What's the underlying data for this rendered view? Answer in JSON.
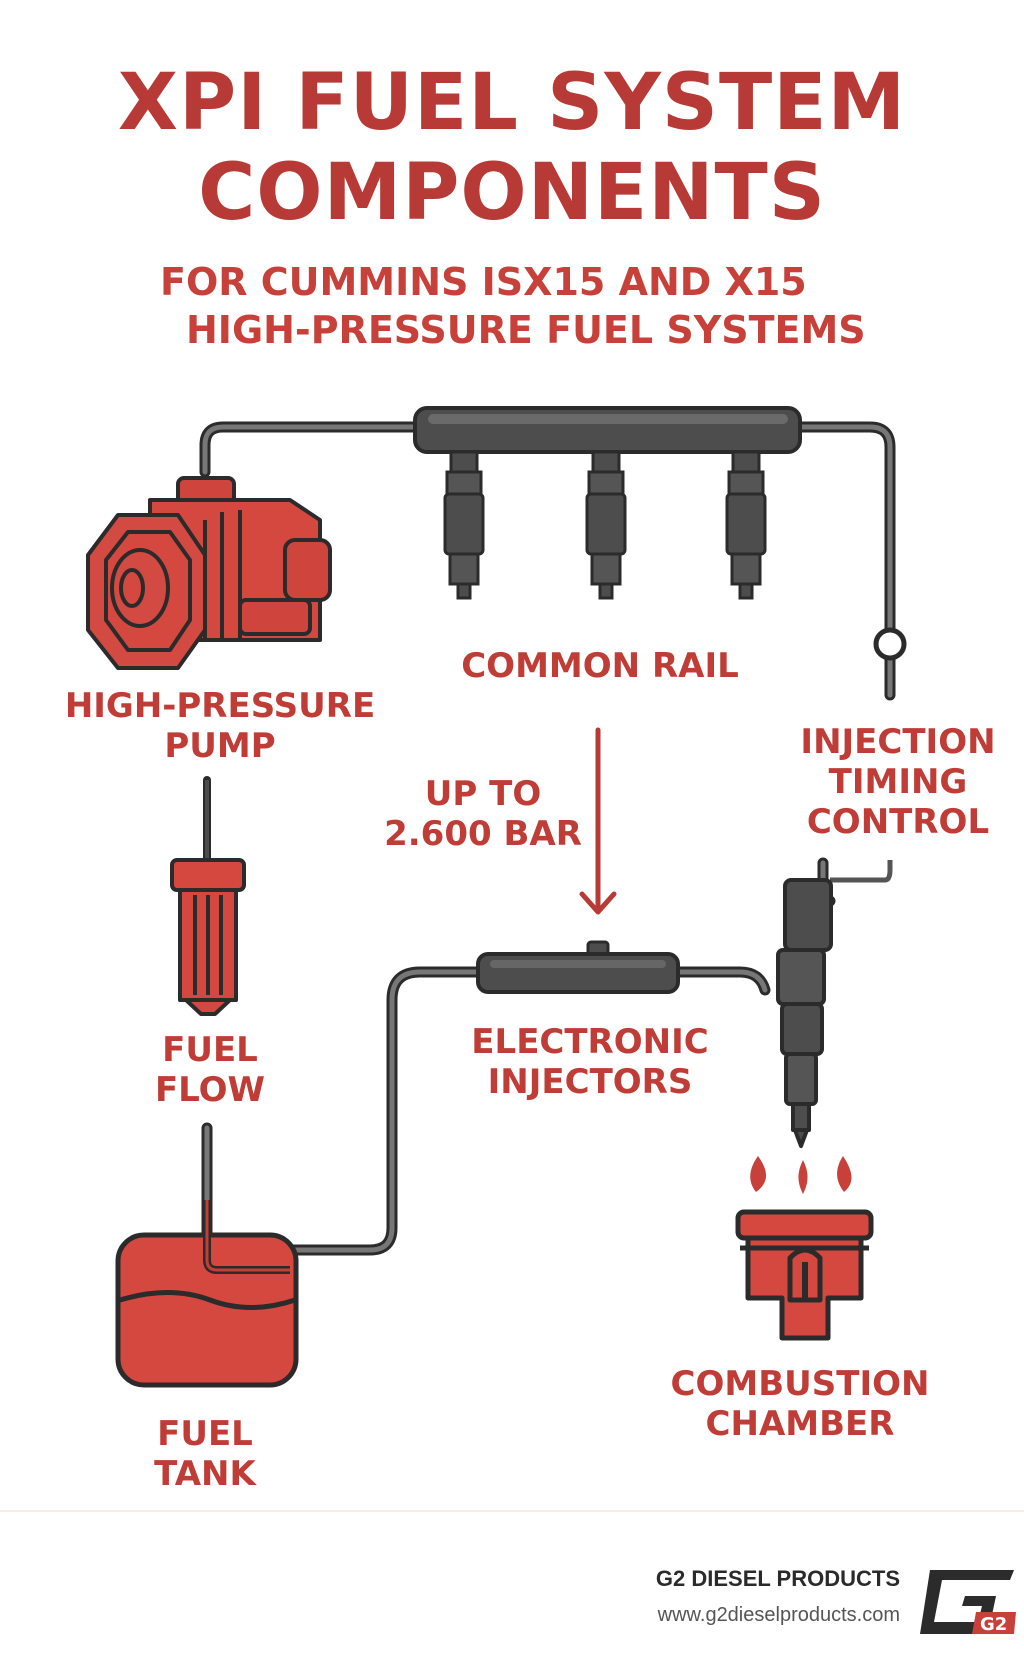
{
  "title": {
    "line1": "XPI FUEL SYSTEM",
    "line2": "COMPONENTS"
  },
  "subtitle": {
    "line1": "FOR CUMMINS ISX15 AND X15",
    "line2": "HIGH-PRESSURE FUEL SYSTEMS"
  },
  "labels": {
    "pump": [
      "HIGH-PRESSURE",
      "PUMP"
    ],
    "rail": "COMMON RAIL",
    "timing": [
      "INJECTION",
      "TIMING",
      "CONTROL"
    ],
    "pressure": [
      "UP TO",
      "2.600 BAR"
    ],
    "flow": [
      "FUEL",
      "FLOW"
    ],
    "injectors": [
      "ELECTRONIC",
      "INJECTORS"
    ],
    "tank": [
      "FUEL",
      "TANK"
    ],
    "chamber": [
      "COMBUSTION",
      "CHAMBER"
    ]
  },
  "footer": {
    "brand": "G2 DIESEL PRODUCTS",
    "url": "www.g2dieselproducts.com",
    "logo_text": "G2"
  },
  "colors": {
    "accent_red": "#c8403a",
    "dark_red": "#b83a36",
    "component_fill": "#d4483f",
    "dark_gray": "#4d4d4d",
    "line_gray": "#666666",
    "outline": "#2b2b2b"
  },
  "icons": [
    "pump-icon",
    "common-rail-icon",
    "injector-icon",
    "filter-icon",
    "fuel-tank-icon",
    "piston-icon",
    "flame-icon",
    "sensor-icon",
    "arrow-down-icon"
  ]
}
